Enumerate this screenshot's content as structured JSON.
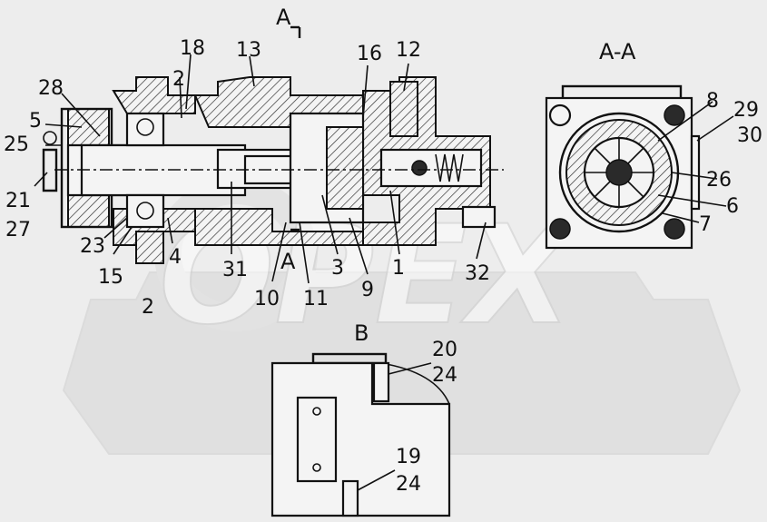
{
  "section_labels": {
    "view_a_top": "A",
    "view_a_bottom": "A",
    "section_aa": "A-A",
    "view_b": "B"
  },
  "callouts": {
    "c28": "28",
    "c5": "5",
    "c25": "25",
    "c21": "21",
    "c27": "27",
    "c23": "23",
    "c15": "15",
    "c2a": "2",
    "c2b": "2",
    "c18": "18",
    "c13": "13",
    "c4": "4",
    "c31": "31",
    "c10": "10",
    "c11": "11",
    "c3": "3",
    "c9": "9",
    "c1": "1",
    "c16": "16",
    "c12": "12",
    "c32": "32",
    "c8": "8",
    "c29": "29",
    "c30": "30",
    "c26": "26",
    "c6": "6",
    "c7": "7",
    "c20": "20",
    "c24a": "24",
    "c19": "19",
    "c24b": "24"
  },
  "watermark": "OPEX"
}
